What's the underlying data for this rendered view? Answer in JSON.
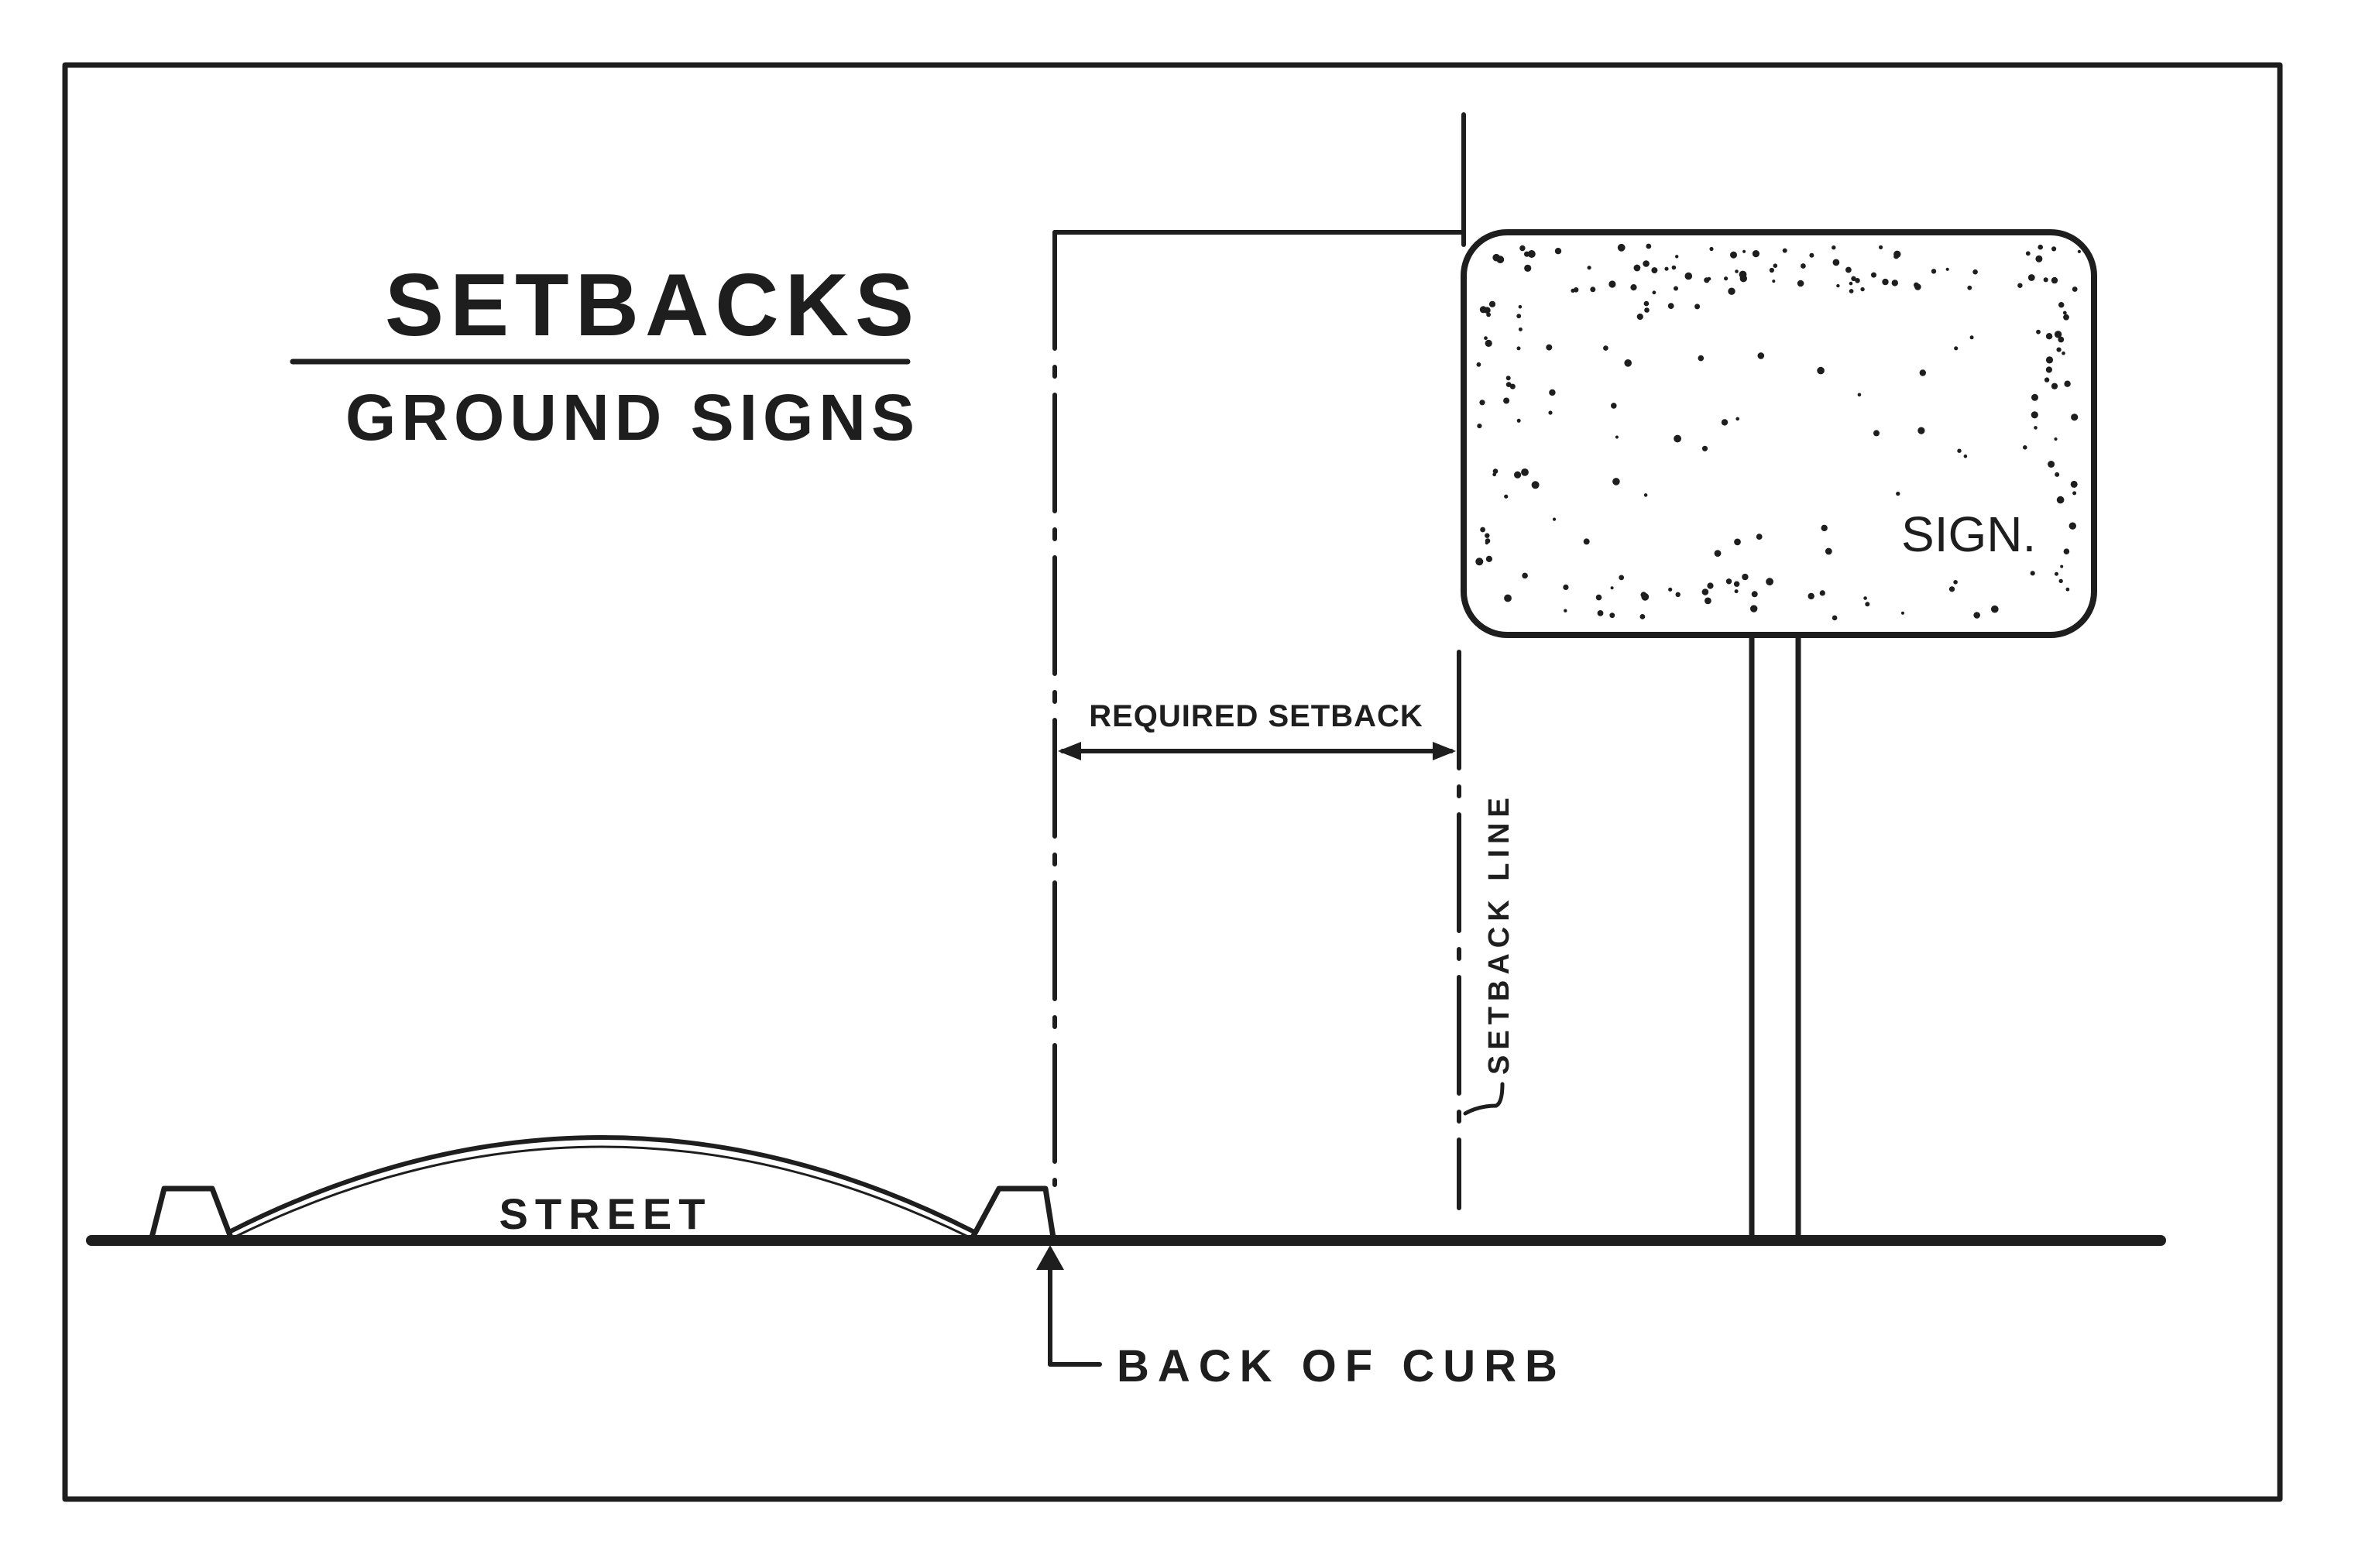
{
  "title": "SETBACKS",
  "subtitle": "GROUND SIGNS",
  "labels": {
    "street": "STREET",
    "back_of_curb": "BACK OF CURB",
    "required_setback": "REQUIRED SETBACK",
    "setback_line": "SETBACK LINE",
    "sign": "SIGN."
  },
  "colors": {
    "ink": "#1e1e1e",
    "paper": "#ffffff"
  }
}
